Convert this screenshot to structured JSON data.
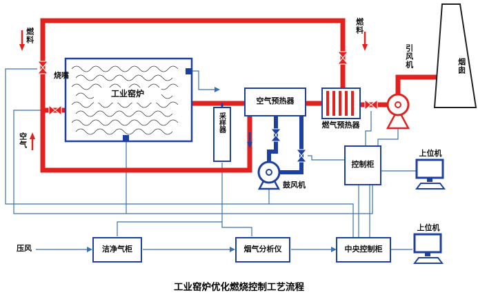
{
  "title": "工业窑炉优化燃烧控制工艺流程",
  "colors": {
    "pipe_red": "#e2201d",
    "pipe_blue": "#1d3fa0",
    "signal_blue": "#3a70b0",
    "outline_black": "#222222"
  },
  "labels": {
    "fuel_left": "燃料",
    "burner": "烧嘴",
    "furnace": "工业窑炉",
    "air": "空气",
    "sampler": "采样器",
    "air_preheater": "空气预热器",
    "gas_preheater": "燃气预热器",
    "fuel_right": "燃料",
    "induced_fan": "引风机",
    "chimney": "烟囱",
    "blower": "鼓风机",
    "control_cabinet": "控制柜",
    "host_upper": "上位机",
    "host_lower": "上位机",
    "compressed_air": "压风",
    "clean_gas_cabinet": "洁净气柜",
    "analyzer": "烟气分析仪",
    "central_control": "中央控制柜"
  }
}
